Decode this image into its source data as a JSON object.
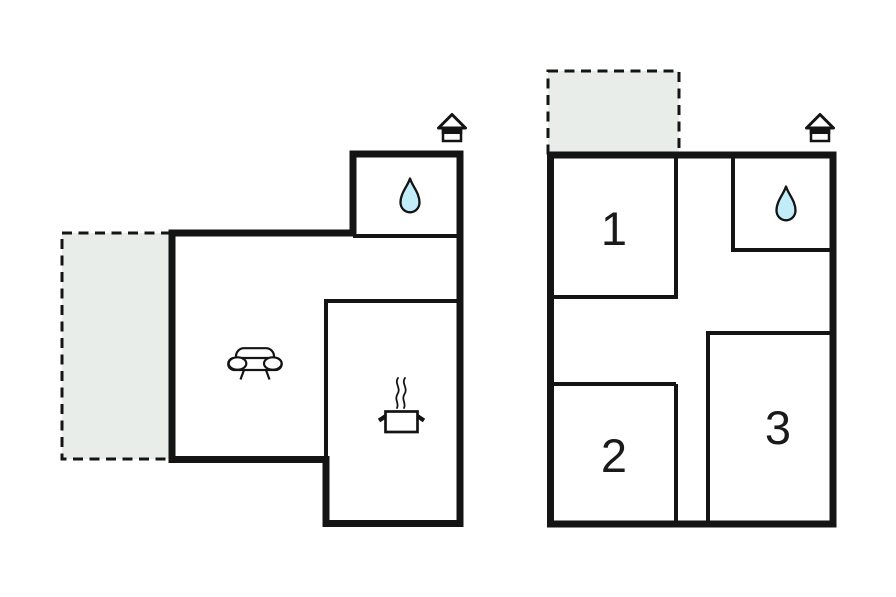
{
  "colors": {
    "wall": "#141414",
    "terrace_fill": "#e8edea",
    "water_drop_fill": "#c2edf8",
    "background": "#ffffff"
  },
  "left_plan": {
    "icons": {
      "entrance": "entrance-house-marker",
      "bathroom": "water-drop",
      "living_room": "sofa",
      "kitchen": "cooking-pot"
    }
  },
  "right_plan": {
    "rooms": [
      {
        "label": "1"
      },
      {
        "label": "2"
      },
      {
        "label": "3"
      }
    ],
    "icons": {
      "entrance": "entrance-house-marker",
      "bathroom": "water-drop"
    }
  }
}
